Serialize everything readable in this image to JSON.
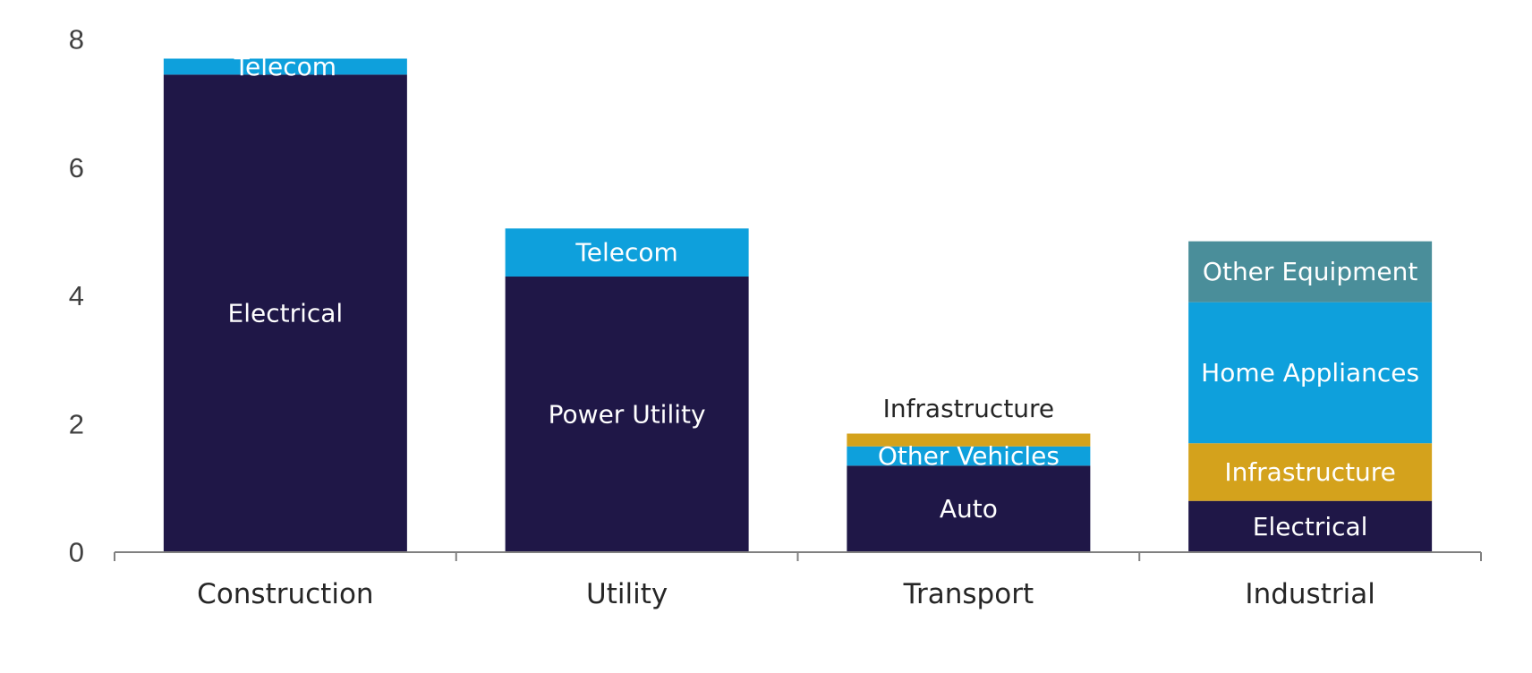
{
  "chart_data": {
    "type": "bar",
    "stacked": true,
    "title": "",
    "xlabel": "",
    "ylabel": "",
    "ylim": [
      0,
      8
    ],
    "y_ticks": [
      0,
      2,
      4,
      6,
      8
    ],
    "grid": false,
    "legend": "none",
    "categories": [
      "Construction",
      "Utility",
      "Transport",
      "Industrial"
    ],
    "stacks": [
      {
        "category": "Construction",
        "segments": [
          {
            "label": "Electrical",
            "value": 7.45,
            "color": "#1f1747",
            "label_color": "#ffffff"
          },
          {
            "label": "Telecom",
            "value": 0.25,
            "color": "#0ea0dc",
            "label_color": "#ffffff"
          }
        ]
      },
      {
        "category": "Utility",
        "segments": [
          {
            "label": "Power Utility",
            "value": 4.3,
            "color": "#1f1747",
            "label_color": "#ffffff"
          },
          {
            "label": "Telecom",
            "value": 0.75,
            "color": "#0ea0dc",
            "label_color": "#ffffff"
          }
        ]
      },
      {
        "category": "Transport",
        "segments": [
          {
            "label": "Auto",
            "value": 1.35,
            "color": "#1f1747",
            "label_color": "#ffffff"
          },
          {
            "label": "Other Vehicles",
            "value": 0.3,
            "color": "#0ea0dc",
            "label_color": "#ffffff"
          },
          {
            "label": "Infrastructure",
            "value": 0.2,
            "color": "#d4a21c",
            "label_color": "#262626",
            "label_outside": true
          }
        ]
      },
      {
        "category": "Industrial",
        "segments": [
          {
            "label": "Electrical",
            "value": 0.8,
            "color": "#1f1747",
            "label_color": "#ffffff"
          },
          {
            "label": "Infrastructure",
            "value": 0.9,
            "color": "#d4a21c",
            "label_color": "#ffffff"
          },
          {
            "label": "Home Appliances",
            "value": 2.2,
            "color": "#0ea0dc",
            "label_color": "#ffffff"
          },
          {
            "label": "Other Equipment",
            "value": 0.95,
            "color": "#4a8e9a",
            "label_color": "#ffffff"
          }
        ]
      }
    ]
  }
}
